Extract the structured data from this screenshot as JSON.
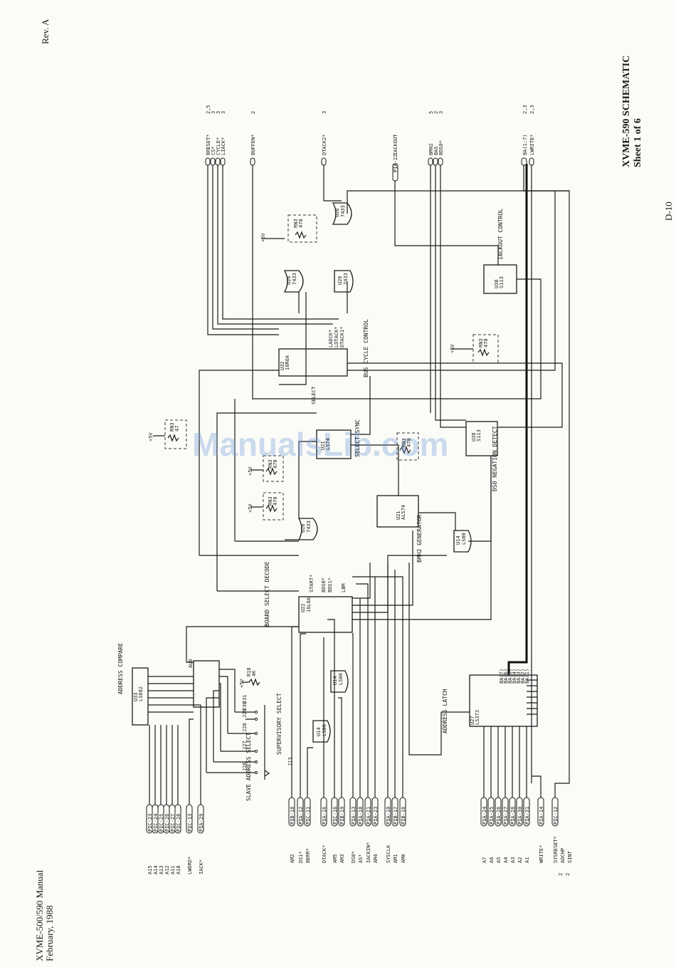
{
  "header": {
    "rev": "Rev. A",
    "title": "XVME-590 SCHEMATIC",
    "sheet": "Sheet 1 of 6",
    "page_number": "D-10"
  },
  "footer": {
    "manual": "XVME-500/590 Manual",
    "date": "February, 1988"
  },
  "watermark": "ManualsLib.com",
  "outputs": [
    {
      "label": "BRESET*",
      "ref": "2,5"
    },
    {
      "label": "CS*",
      "ref": "3"
    },
    {
      "label": "CYCLE*",
      "ref": "3"
    },
    {
      "label": "LIACK*",
      "ref": "3"
    },
    {
      "label": "BUFFEN*",
      "ref": "2"
    },
    {
      "label": "DTACK2*",
      "ref": "3"
    },
    {
      "label": "IACKOUT",
      "ref": ""
    },
    {
      "label": "BMH2",
      "ref": "5"
    },
    {
      "label": "BAS",
      "ref": "2"
    },
    {
      "label": "BDS0*",
      "ref": "3"
    },
    {
      "label": "BA(1:7)",
      "ref": "2,3"
    },
    {
      "label": "LWRITE*",
      "ref": "2,3"
    }
  ],
  "inputs_left": [
    {
      "label": "A15",
      "conn": "PIC-23"
    },
    {
      "label": "A14",
      "conn": "PIC-24"
    },
    {
      "label": "A13",
      "conn": "PIC-25"
    },
    {
      "label": "A12",
      "conn": "PIC-26"
    },
    {
      "label": "A11",
      "conn": "PIC-27"
    },
    {
      "label": "A10",
      "conn": "PIC-28"
    },
    {
      "label": "LWORD*",
      "conn": "PIC-13"
    },
    {
      "label": "IACK*",
      "conn": "PIA-29"
    }
  ],
  "inputs_mid": [
    {
      "label": "AM2",
      "conn": "PIB-18"
    },
    {
      "label": "DS1*",
      "conn": "PIA-12"
    },
    {
      "label": "BERR*",
      "conn": "PIC-11"
    },
    {
      "label": "DTACK*",
      "conn": "PIA-16"
    },
    {
      "label": "AM5",
      "conn": "PIC-16"
    },
    {
      "label": "AM3",
      "conn": "PIB-19"
    },
    {
      "label": "DS0*",
      "conn": "PIA-13"
    },
    {
      "label": "AS*",
      "conn": "PIA-18"
    },
    {
      "label": "IACKIN*",
      "conn": "PIA-21"
    },
    {
      "label": "AM4",
      "conn": "PIA-23"
    },
    {
      "label": "SYSCLK",
      "conn": "PIA-10"
    },
    {
      "label": "AM1",
      "conn": "PIB-17"
    },
    {
      "label": "AM0",
      "conn": "PIB-16"
    }
  ],
  "inputs_bottom": [
    {
      "label": "A7",
      "conn": "PIA-24"
    },
    {
      "label": "A6",
      "conn": "PIA-25"
    },
    {
      "label": "A5",
      "conn": "PIA-26"
    },
    {
      "label": "A4",
      "conn": "PIA-27"
    },
    {
      "label": "A3",
      "conn": "PIA-28"
    },
    {
      "label": "A2",
      "conn": "PIA-30"
    },
    {
      "label": "A1",
      "conn": "PIA-31"
    },
    {
      "label": "WRITE*",
      "conn": "PIA-14"
    },
    {
      "label": "SYSRESET*",
      "conn": "PIC-12"
    },
    {
      "label": "ADCHP",
      "conn": ""
    },
    {
      "label": "SINT",
      "conn": ""
    }
  ],
  "inputs_bottom_refs": [
    "2",
    "2"
  ],
  "iackout_conn": "PIA-22",
  "blocks": {
    "address_compare": {
      "title": "ADDRESS COMPARE",
      "ref": "U33",
      "part": "LS682"
    },
    "board_select": {
      "title": "BOARD SELECT DECODE",
      "ref": "U22",
      "part": "16L8A"
    },
    "bus_cycle": {
      "title": "BUS CYCLE CONTROL",
      "ref": "U32",
      "part": "16R6A"
    },
    "select_sync": {
      "title": "SELECT SYNC",
      "ref": "U21",
      "part": "LS74"
    },
    "bmh2_gen": {
      "title": "BMH2 GENERATOR",
      "ref": "U21",
      "part": "ALS74"
    },
    "ds0_detect": {
      "title": "DS0 NEGATION DETECT",
      "ref": "U38",
      "part": "S113"
    },
    "iackout_ctrl": {
      "title": "IACKOUT CONTROL",
      "ref": "U38",
      "part": "S113"
    },
    "address_latch": {
      "title": "ADDRESS LATCH",
      "ref": "U27",
      "part": "LS373"
    },
    "supervisory": {
      "title": "SUPERVISORY SELECT"
    },
    "slave_address": {
      "title": "SLAVE ADDRESS SELECT"
    }
  },
  "gates": [
    {
      "ref": "U26",
      "part": "7433"
    },
    {
      "ref": "U26",
      "part": "7433"
    },
    {
      "ref": "U26",
      "part": "7433"
    },
    {
      "ref": "U26",
      "part": "7433"
    },
    {
      "ref": "U14",
      "part": "LS00"
    },
    {
      "ref": "U14",
      "part": "LS00"
    },
    {
      "ref": "U14",
      "part": "LS00"
    }
  ],
  "resistors": [
    {
      "ref": "RN3",
      "value": "470"
    },
    {
      "ref": "RN3",
      "value": "470"
    },
    {
      "ref": "RN3",
      "value": "47"
    },
    {
      "ref": "RN3",
      "value": "470"
    },
    {
      "ref": "RN3",
      "value": "470"
    },
    {
      "ref": "RN3",
      "value": "470"
    },
    {
      "ref": "R18",
      "value": "4K"
    }
  ],
  "supply": "+5V",
  "signals": {
    "start": "START*",
    "select": "SELECT",
    "bds0": "BDS0*",
    "bds1": "BDS1*",
    "lbm": "LBM",
    "ladck": "LADCK*",
    "ldtack": "LDTACK*",
    "dtack1": "DTACK1*",
    "aud": "AUD",
    "ba_bits": [
      "BA(7)",
      "BA(6)",
      "BA(5)",
      "BA(4)",
      "BA(3)",
      "BA(2)",
      "BA(1)"
    ],
    "jumpers": [
      "J26",
      "J27",
      "J28",
      "J29",
      "J30",
      "J31",
      "J13"
    ]
  }
}
